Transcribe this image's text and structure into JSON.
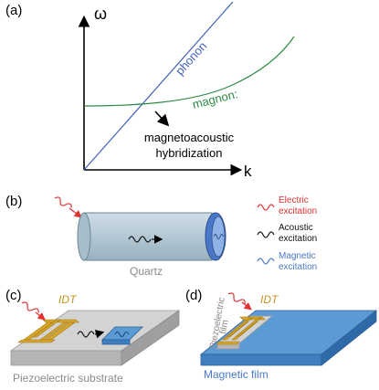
{
  "panel_a": {
    "label": "(a)",
    "y_axis_label": "ω",
    "x_axis_label": "k",
    "phonon_label": "phonon",
    "magnon_label": "magnon:",
    "hybridization_line1": "magnetoacoustic",
    "hybridization_line2": "hybridization",
    "colors": {
      "phonon": "#3f5fb8",
      "magnon": "#2e8a45",
      "axis": "#000000"
    }
  },
  "panel_b": {
    "label": "(b)",
    "material_label": "Quartz",
    "legend": [
      {
        "line1": "Electric",
        "line2": "excitation",
        "color": "#e03030"
      },
      {
        "line1": "Acoustic",
        "line2": "excitation",
        "color": "#111111"
      },
      {
        "line1": "Magnetic",
        "line2": "excitation",
        "color": "#4a78c8"
      }
    ]
  },
  "panel_c": {
    "label": "(c)",
    "idt_label": "IDT",
    "substrate_label": "Piezoelectric substrate"
  },
  "panel_d": {
    "label": "(d)",
    "idt_label": "IDT",
    "film_label_line1": "Piezoelectric",
    "film_label_line2": "film",
    "magnetic_film_label": "Magnetic film"
  },
  "colors": {
    "electric": "#e03030",
    "acoustic": "#111111",
    "magnetic": "#4a78c8",
    "idt_gold": "#d8a62a",
    "substrate_gray": "#c9c9c9",
    "magnetic_blue": "#5b9bd5",
    "quartz": "#b9cdd9"
  }
}
